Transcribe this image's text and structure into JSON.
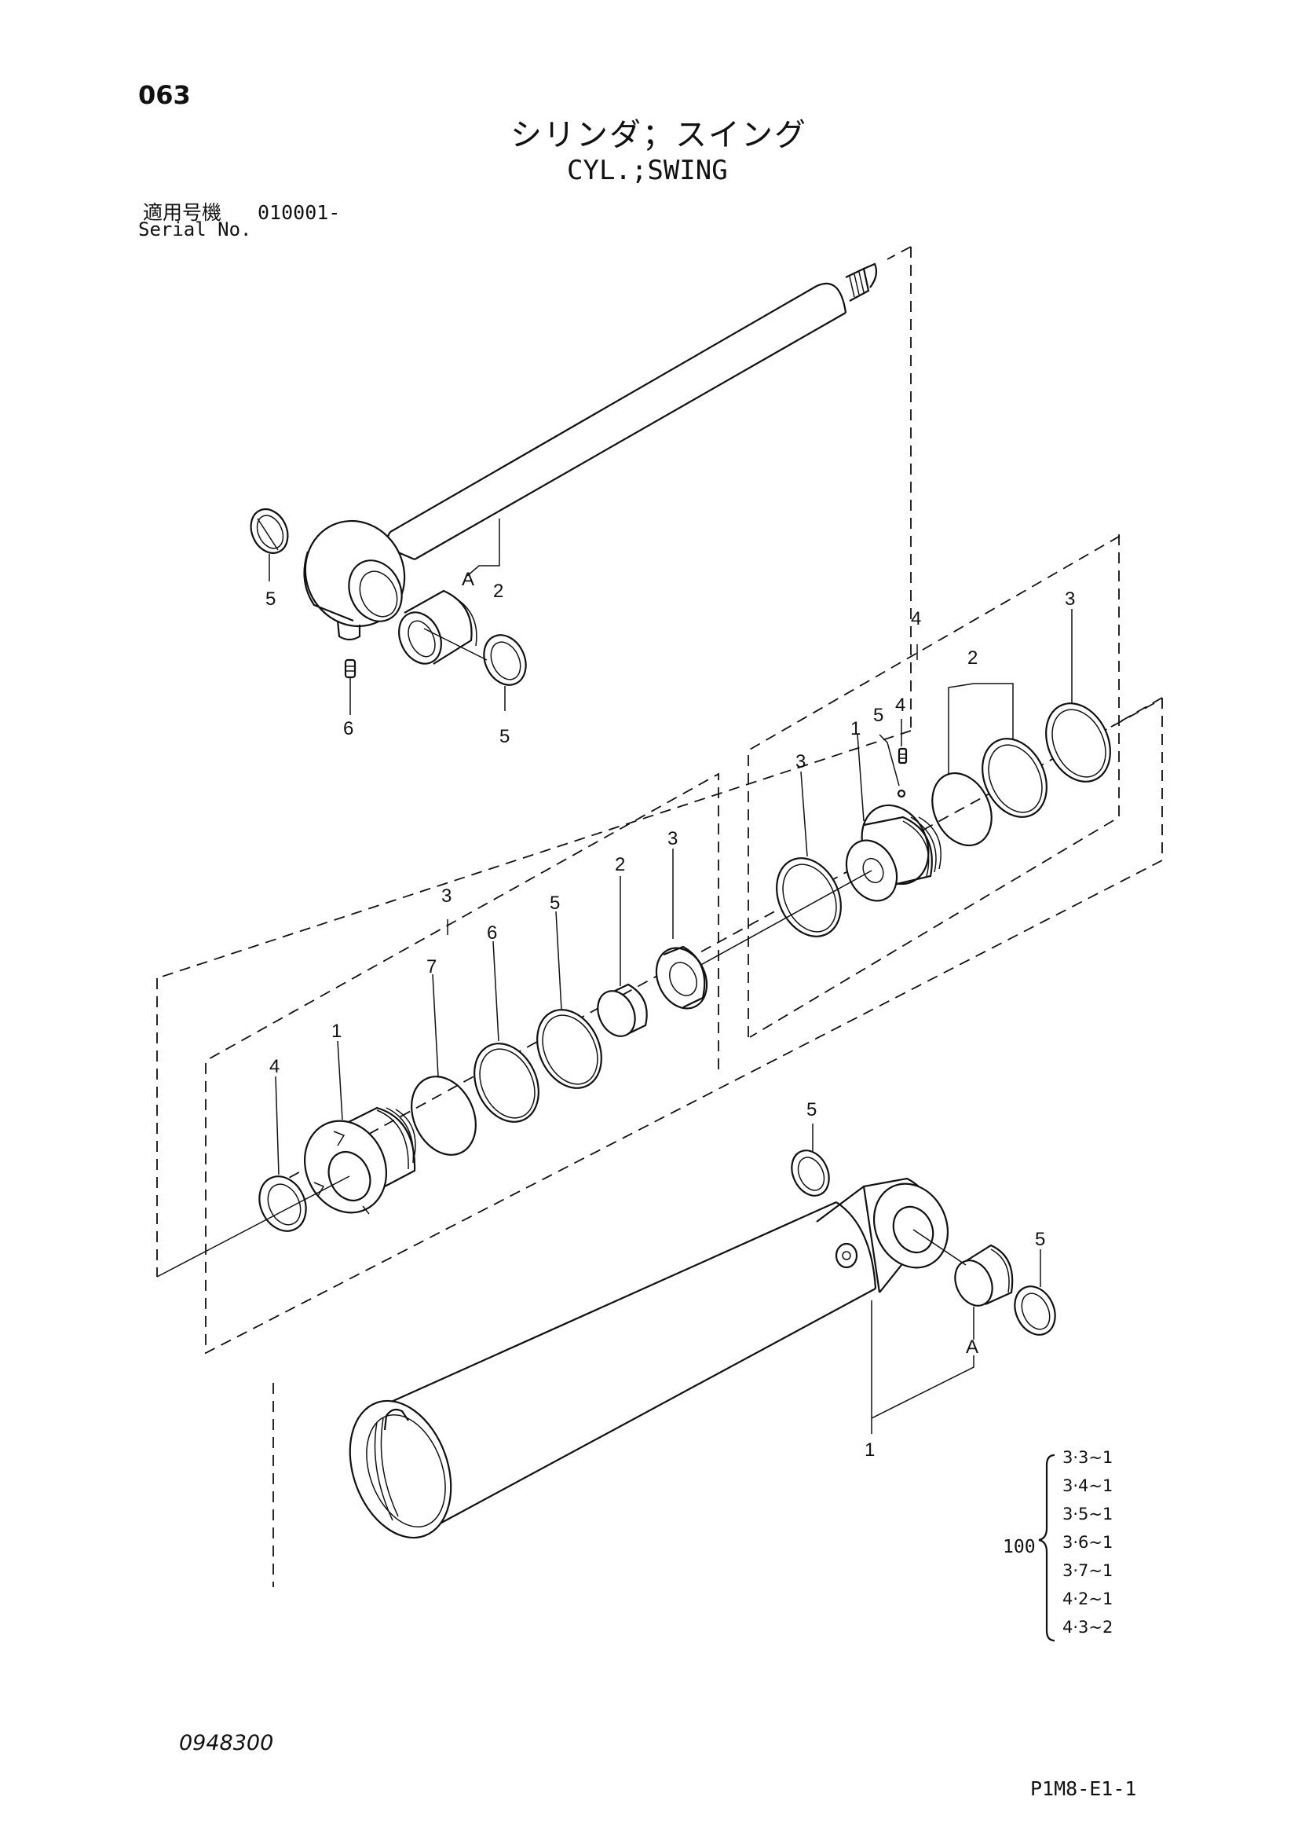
{
  "header": {
    "page_number": "063",
    "title_jp": "シリンダ；スイング",
    "title_en": "CYL.;SWING",
    "serial_label_jp": "適用号機",
    "serial_value": "010001-",
    "serial_label_en": "Serial No."
  },
  "callouts": {
    "rod_flange_seal_left": "5",
    "rod_grease_nipple": "6",
    "rod_bushing_letter": "A",
    "rod": "2",
    "rod_seal_right": "5",
    "group_head_kit": "3",
    "head_wear_ring": "4",
    "cylinder_head": "1",
    "head_backup_ring": "7",
    "head_oring": "6",
    "head_oring_2": "5",
    "head_bushing": "2",
    "head_dust_seal": "3",
    "group_piston_kit": "4",
    "piston_seal_ring": "3",
    "piston": "1",
    "piston_set_screw_ball": "5",
    "piston_set_screw": "4",
    "piston_oring_pair": "2",
    "piston_slide_ring": "3",
    "tube_seal_top": "5",
    "tube_seal_right": "5",
    "tube_bushing_letter": "A",
    "cylinder_tube": "1"
  },
  "kit_reference": {
    "quantity": "100",
    "items": [
      "3·3~1",
      "3·4~1",
      "3·5~1",
      "3·6~1",
      "3·7~1",
      "4·2~1",
      "4·3~2"
    ]
  },
  "footer": {
    "document_number": "0948300",
    "reference_code": "P1M8-E1-1"
  }
}
